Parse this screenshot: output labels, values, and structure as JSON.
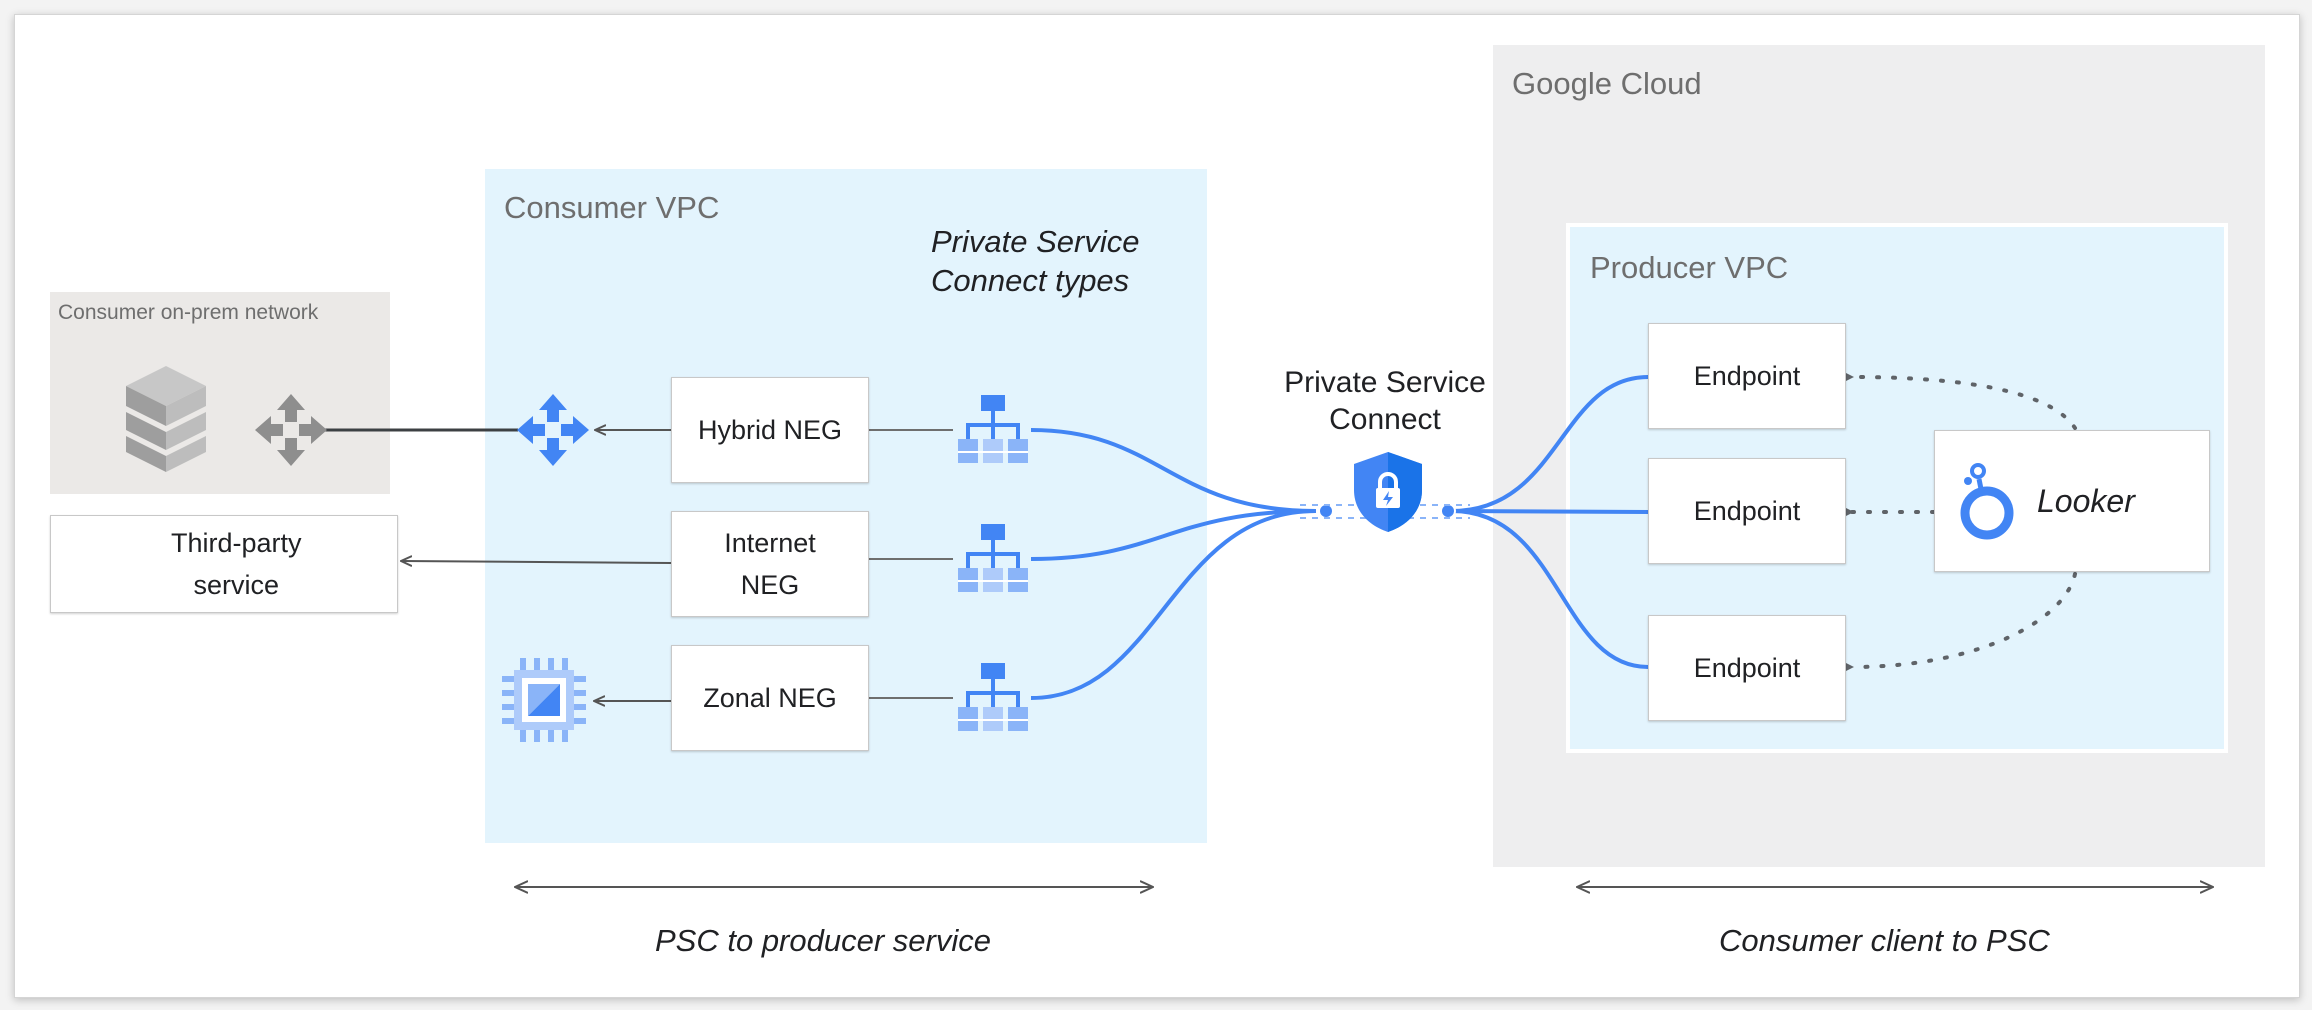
{
  "regions": {
    "google_cloud": "Google Cloud",
    "consumer_vpc": "Consumer VPC",
    "producer_vpc": "Producer VPC",
    "onprem": "Consumer on-prem network"
  },
  "psc_types_title": "Private Service\nConnect types",
  "psc_title": "Private Service\nConnect",
  "negs": {
    "hybrid": "Hybrid NEG",
    "internet": "Internet\nNEG",
    "zonal": "Zonal NEG"
  },
  "third_party": "Third-party\nservice",
  "endpoints": [
    "Endpoint",
    "Endpoint",
    "Endpoint"
  ],
  "looker": "Looker",
  "spans": {
    "left": "PSC to producer service",
    "right": "Consumer client to PSC"
  },
  "colors": {
    "accent_blue": "#4285f4",
    "vpc_fill": "#e3f4fd",
    "cloud_fill": "#eeeeef",
    "onprem_fill": "#ebe9e7"
  },
  "icons": [
    "database-stack-icon",
    "router-icon",
    "load-balancer-icon",
    "cloud-icon",
    "compute-chip-icon",
    "shield-lock-icon",
    "looker-logo-icon"
  ]
}
